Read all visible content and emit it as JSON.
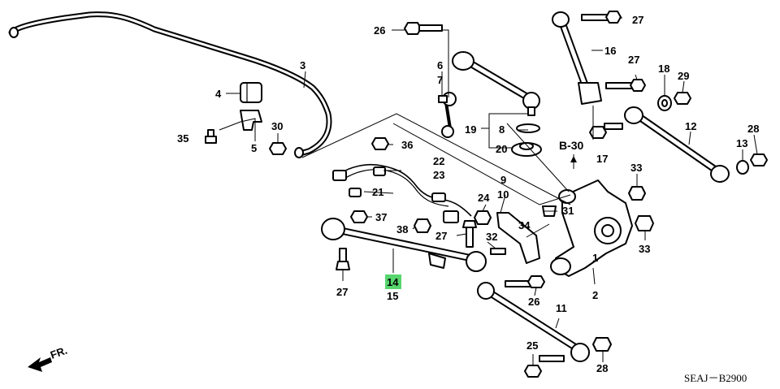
{
  "diagram_code": "SEAJ－B2900",
  "front_marker": "FR.",
  "reference_label": "B-30",
  "highlight_color": "#58d66e",
  "highlighted_part": "14",
  "callouts": {
    "c1": "1",
    "c2": "2",
    "c3": "3",
    "c4": "4",
    "c5": "5",
    "c6": "6",
    "c7": "7",
    "c8": "8",
    "c9": "9",
    "c10": "10",
    "c11": "11",
    "c12": "12",
    "c13": "13",
    "c14": "14",
    "c15": "15",
    "c16": "16",
    "c17": "17",
    "c18": "18",
    "c19": "19",
    "c20": "20",
    "c21": "21",
    "c22": "22",
    "c23": "23",
    "c24": "24",
    "c25": "25",
    "c26a": "26",
    "c26b": "26",
    "c27a": "27",
    "c27b": "27",
    "c27c": "27",
    "c27d": "27",
    "c28a": "28",
    "c28b": "28",
    "c29": "29",
    "c30": "30",
    "c31": "31",
    "c32": "32",
    "c33a": "33",
    "c33b": "33",
    "c34": "34",
    "c35": "35",
    "c36": "36",
    "c37": "37",
    "c38": "38"
  }
}
